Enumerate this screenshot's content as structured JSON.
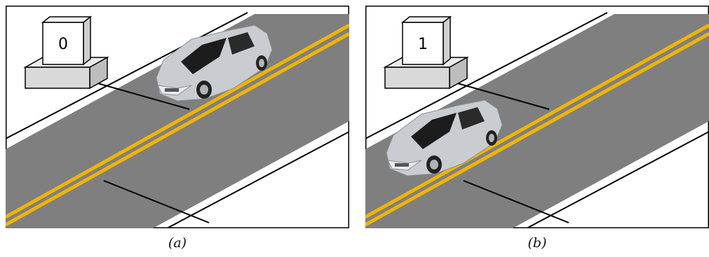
{
  "panels": [
    {
      "counter_value": "0",
      "caption": "(a)"
    },
    {
      "counter_value": "1",
      "caption": "(b)"
    }
  ],
  "colors": {
    "road": "#7f7f7f",
    "lane_line": "#f0b400",
    "car_body": "#c9cdd2",
    "window": "#1c1c1c",
    "box_face": "#ffffff",
    "base_face": "#d9d9d9"
  },
  "icons": [
    "counter-display-icon",
    "car-icon",
    "detector-line-icon"
  ]
}
